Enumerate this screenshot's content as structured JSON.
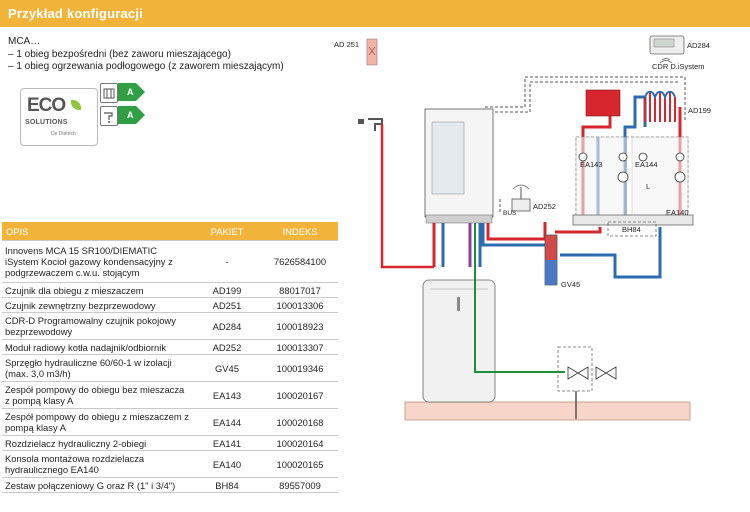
{
  "header": {
    "title": "Przykład konfiguracji"
  },
  "intro": {
    "line1": "MCA…",
    "line2": "– 1 obieg bezpośredni (bez zaworu mieszającego)",
    "line3": "– 1 obieg ogrzewania podłogowego (z zaworem mieszającym)"
  },
  "eco_logo": {
    "title": "ECO",
    "subtitle": "SOLUTIONS",
    "brand": "De Dietrich"
  },
  "energy_badges": [
    {
      "class": "A",
      "color": "#2f9e44"
    },
    {
      "class": "A",
      "color": "#2f9e44"
    }
  ],
  "table": {
    "headers": {
      "opis": "OPIS",
      "pakiet": "PAKIET",
      "indeks": "INDEKS"
    },
    "rows": [
      {
        "opis": "Innovens MCA 15 SR100/DIEMATIC iSystem Kocioł gazowy kondensacyjny z podgrzewaczem c.w.u. stojącym",
        "pakiet": "-",
        "indeks": "7626584100"
      },
      {
        "opis": "Czujnik dla obiegu z mieszaczem",
        "pakiet": "AD199",
        "indeks": "88017017"
      },
      {
        "opis": "Czujnik zewnętrzny bezprzewodowy",
        "pakiet": "AD251",
        "indeks": "100013306"
      },
      {
        "opis": "CDR-D Programowalny czujnik pokojowy bezprzewodowy",
        "pakiet": "AD284",
        "indeks": "100018923"
      },
      {
        "opis": "Moduł radiowy kotła nadajnik/odbiornik",
        "pakiet": "AD252",
        "indeks": "100013307"
      },
      {
        "opis": "Sprzęgło hydrauliczne 60/60-1 w izolacji (max. 3,0 m3/h)",
        "pakiet": "GV45",
        "indeks": "100019346"
      },
      {
        "opis": "Zespół pompowy do obiegu bez mieszacza z pompą klasy A",
        "pakiet": "EA143",
        "indeks": "100020167"
      },
      {
        "opis": "Zespół pompowy do obiegu z mieszaczem z pompą klasy A",
        "pakiet": "EA144",
        "indeks": "100020168"
      },
      {
        "opis": "Rozdzielacz hydrauliczny 2-obiegi",
        "pakiet": "EA141",
        "indeks": "100020164"
      },
      {
        "opis": "Konsola montażowa rozdzielacza hydraulicznego EA140",
        "pakiet": "EA140",
        "indeks": "100020165"
      },
      {
        "opis": "Zestaw połączeniowy G oraz R (1\" i 3/4\")",
        "pakiet": "BH84",
        "indeks": "89557009"
      }
    ]
  },
  "diagram": {
    "labels": {
      "ad251": "AD 251",
      "ad284": "AD284",
      "cdr": "CDR D.iSystem",
      "ad199": "AD199",
      "ea143": "EA143",
      "ea144": "EA144",
      "ea140": "EA140",
      "bh84": "BH84",
      "ad252": "AD252",
      "bus": "BUS",
      "gv45": "GV45",
      "l": "L"
    },
    "colors": {
      "supply": "#d7262e",
      "return": "#2b6cb0",
      "gas": "#1a8f3c",
      "dhw": "#8a3fa0"
    }
  }
}
